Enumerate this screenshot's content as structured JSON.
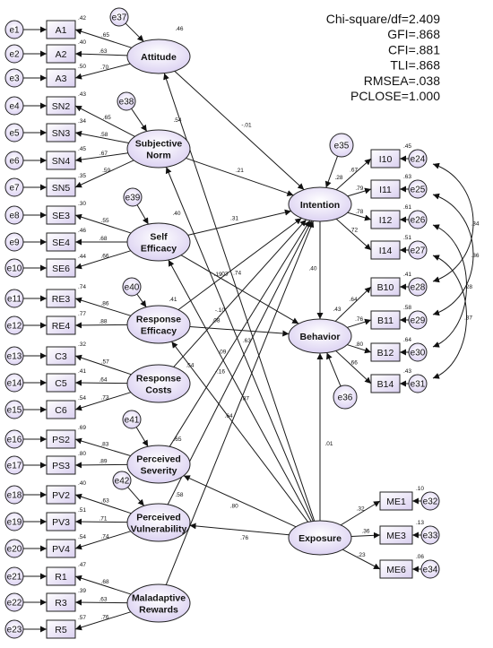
{
  "fit_stats": [
    "Chi-square/df=2.409",
    "GFI=.868",
    "CFI=.881",
    "TLI=.868",
    "RMSEA=.038",
    "PCLOSE=1.000"
  ],
  "latents": {
    "attitude": {
      "label": [
        "Attitude"
      ],
      "r2": ".46",
      "err": "e37"
    },
    "subjective_norm": {
      "label": [
        "Subjective",
        "Norm"
      ],
      "r2": ".54",
      "err": "e38"
    },
    "self_efficacy": {
      "label": [
        "Self",
        "Efficacy"
      ],
      "r2": ".40",
      "err": "e39"
    },
    "response_efficacy": {
      "label": [
        "Response",
        "Efficacy"
      ],
      "r2": ".41",
      "err": "e40"
    },
    "response_costs": {
      "label": [
        "Response",
        "Costs"
      ],
      "r2": "",
      "err": ""
    },
    "perceived_severity": {
      "label": [
        "Perceived",
        "Severity"
      ],
      "r2": ".65",
      "err": "e41"
    },
    "perceived_vulnerability": {
      "label": [
        "Perceived",
        "Vulnerability"
      ],
      "r2": ".58",
      "err": "e42"
    },
    "maladaptive_rewards": {
      "label": [
        "Maladaptive",
        "Rewards"
      ],
      "r2": "",
      "err": ""
    },
    "intention": {
      "label": [
        "Intention"
      ],
      "r2": ".28",
      "err": "e35"
    },
    "behavior": {
      "label": [
        "Behavior"
      ],
      "r2": ".43",
      "err": "e36"
    },
    "exposure": {
      "label": [
        "Exposure"
      ],
      "r2": "",
      "err": ""
    }
  },
  "indicators": [
    {
      "name": "A1",
      "err": "e1",
      "r2": ".42",
      "loading": ".65"
    },
    {
      "name": "A2",
      "err": "e2",
      "r2": ".40",
      "loading": ".63"
    },
    {
      "name": "A3",
      "err": "e3",
      "r2": ".50",
      "loading": ".70"
    },
    {
      "name": "SN2",
      "err": "e4",
      "r2": ".43",
      "loading": ".65"
    },
    {
      "name": "SN3",
      "err": "e5",
      "r2": ".34",
      "loading": ".58"
    },
    {
      "name": "SN4",
      "err": "e6",
      "r2": ".45",
      "loading": ".67"
    },
    {
      "name": "SN5",
      "err": "e7",
      "r2": ".35",
      "loading": ".59"
    },
    {
      "name": "SE3",
      "err": "e8",
      "r2": ".30",
      "loading": ".55"
    },
    {
      "name": "SE4",
      "err": "e9",
      "r2": ".46",
      "loading": ".68"
    },
    {
      "name": "SE6",
      "err": "e10",
      "r2": ".44",
      "loading": ".66"
    },
    {
      "name": "RE3",
      "err": "e11",
      "r2": ".74",
      "loading": ".86"
    },
    {
      "name": "RE4",
      "err": "e12",
      "r2": ".77",
      "loading": ".88"
    },
    {
      "name": "C3",
      "err": "e13",
      "r2": ".32",
      "loading": ".57"
    },
    {
      "name": "C5",
      "err": "e14",
      "r2": ".41",
      "loading": ".64"
    },
    {
      "name": "C6",
      "err": "e15",
      "r2": ".54",
      "loading": ".73"
    },
    {
      "name": "PS2",
      "err": "e16",
      "r2": ".69",
      "loading": ".83"
    },
    {
      "name": "PS3",
      "err": "e17",
      "r2": ".80",
      "loading": ".89"
    },
    {
      "name": "PV2",
      "err": "e18",
      "r2": ".40",
      "loading": ".63"
    },
    {
      "name": "PV3",
      "err": "e19",
      "r2": ".51",
      "loading": ".71"
    },
    {
      "name": "PV4",
      "err": "e20",
      "r2": ".54",
      "loading": ".74"
    },
    {
      "name": "R1",
      "err": "e21",
      "r2": ".47",
      "loading": ".68"
    },
    {
      "name": "R3",
      "err": "e22",
      "r2": ".39",
      "loading": ".63"
    },
    {
      "name": "R5",
      "err": "e23",
      "r2": ".57",
      "loading": ".76"
    },
    {
      "name": "I10",
      "err": "e24",
      "r2": ".45",
      "loading": ".67"
    },
    {
      "name": "I11",
      "err": "e25",
      "r2": ".63",
      "loading": ".79"
    },
    {
      "name": "I12",
      "err": "e26",
      "r2": ".61",
      "loading": ".78"
    },
    {
      "name": "I14",
      "err": "e27",
      "r2": ".51",
      "loading": ".72"
    },
    {
      "name": "B10",
      "err": "e28",
      "r2": ".41",
      "loading": ".64"
    },
    {
      "name": "B11",
      "err": "e29",
      "r2": ".58",
      "loading": ".76"
    },
    {
      "name": "B12",
      "err": "e30",
      "r2": ".64",
      "loading": ".80"
    },
    {
      "name": "B14",
      "err": "e31",
      "r2": ".43",
      "loading": ".66"
    },
    {
      "name": "ME1",
      "err": "e32",
      "r2": ".10",
      "loading": ".32"
    },
    {
      "name": "ME3",
      "err": "e33",
      "r2": ".13",
      "loading": ".36"
    },
    {
      "name": "ME6",
      "err": "e34",
      "r2": ".06",
      "loading": ".23"
    }
  ],
  "paths": {
    "attitude_intention": "-.01",
    "sn_intention": ".21",
    "se_intention": ".31",
    "se_behavior": ".03",
    "re_intention": ".19",
    "re_behavior": ".08",
    "rc_intention": "-.10",
    "ps_intention": ".09",
    "pv_intention": "-.16",
    "mr_intention": ".64",
    "intention_behavior": ".40",
    "exposure_attitude": ".74",
    "exposure_sn": ".63",
    "exposure_se": ".87",
    "exposure_re": ".54",
    "exposure_ps": ".80",
    "exposure_pv": ".76",
    "exposure_behavior": ".01"
  },
  "covariances": {
    "e24_e28": ".34",
    "e25_e29": ".36",
    "e26_e30": ".28",
    "e27_e31": ".37"
  }
}
